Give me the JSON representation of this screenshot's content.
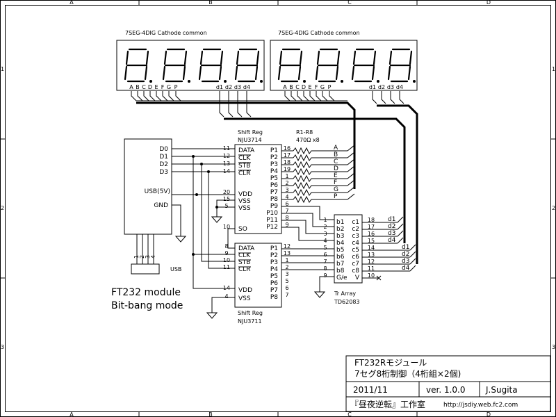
{
  "frame": {
    "cols": [
      "A",
      "B",
      "C",
      "D"
    ],
    "rows": [
      "1",
      "2",
      "3"
    ]
  },
  "displays": {
    "left_title": "7SEG-4DIG  Cathode common",
    "right_title": "7SEG-4DIG  Cathode common",
    "seg_pins": [
      "A",
      "B",
      "C",
      "D",
      "E",
      "F",
      "G",
      "P"
    ],
    "digit_pins": [
      "d1",
      "d2",
      "d3",
      "d4"
    ]
  },
  "ft232": {
    "pins_right": [
      "D0",
      "D1",
      "D2",
      "D3"
    ],
    "usb5v": "USB(5V)",
    "gnd": "GND",
    "bottom_pins": [
      "1",
      "2",
      "3",
      "4"
    ],
    "usb_label": "USB",
    "caption_line1": "FT232 module",
    "caption_line2": "Bit-bang mode"
  },
  "shift_reg1": {
    "title": "Shift Reg",
    "part": "NJU3714",
    "left_pins": [
      "DATA",
      "CLK",
      "STB",
      "CLR",
      "VDD",
      "VSS",
      "VSS",
      "SO"
    ],
    "left_nums": [
      "11",
      "12",
      "13",
      "14",
      "20",
      "15",
      "5",
      "10"
    ],
    "right_pins": [
      "P1",
      "P2",
      "P3",
      "P4",
      "P5",
      "P6",
      "P7",
      "P8",
      "P9",
      "P10",
      "P11",
      "P12"
    ],
    "right_nums": [
      "16",
      "17",
      "18",
      "19",
      "1",
      "2",
      "3",
      "4",
      "6",
      "7",
      "8",
      "9"
    ]
  },
  "resistors": {
    "label": "R1-R8",
    "value": "470Ω x8",
    "out_labels": [
      "A",
      "B",
      "C",
      "D",
      "E",
      "F",
      "G",
      "P"
    ]
  },
  "shift_reg2": {
    "title": "Shift Reg",
    "part": "NJU3711",
    "left_pins": [
      "DATA",
      "CLK",
      "STB",
      "CLR",
      "VDD",
      "VSS"
    ],
    "left_nums": [
      "8",
      "9",
      "10",
      "11",
      "14",
      "4"
    ],
    "right_pins": [
      "P1",
      "P2",
      "P3",
      "P4",
      "P5",
      "P6",
      "P7",
      "P8"
    ],
    "right_nums": [
      "12",
      "13",
      "1",
      "2",
      "3",
      "5",
      "6",
      "7"
    ]
  },
  "tr_array": {
    "label": "Tr Array",
    "part": "TD62083",
    "left_pins": [
      "b1",
      "b2",
      "b3",
      "b4",
      "b5",
      "b6",
      "b7",
      "b8",
      "G/e"
    ],
    "left_nums": [
      "1",
      "2",
      "3",
      "4",
      "5",
      "6",
      "7",
      "8",
      "9"
    ],
    "right_pins": [
      "c1",
      "c2",
      "c3",
      "c4",
      "c5",
      "c6",
      "c7",
      "c8",
      "V"
    ],
    "right_nums": [
      "18",
      "17",
      "16",
      "15",
      "14",
      "13",
      "12",
      "11",
      "10"
    ],
    "right_outs": [
      "d1",
      "d2",
      "d3",
      "d4",
      "d1",
      "d2",
      "d3",
      "d4"
    ]
  },
  "title_block": {
    "title1": "FT232Rモジュール",
    "title2": "7セグ8桁制御（4桁組×2個)",
    "date": "2011/11",
    "version": "ver. 1.0.0",
    "author": "J.Sugita",
    "org": "『昼夜逆転』工作室",
    "url": "http://jsdiy.web.fc2.com"
  }
}
